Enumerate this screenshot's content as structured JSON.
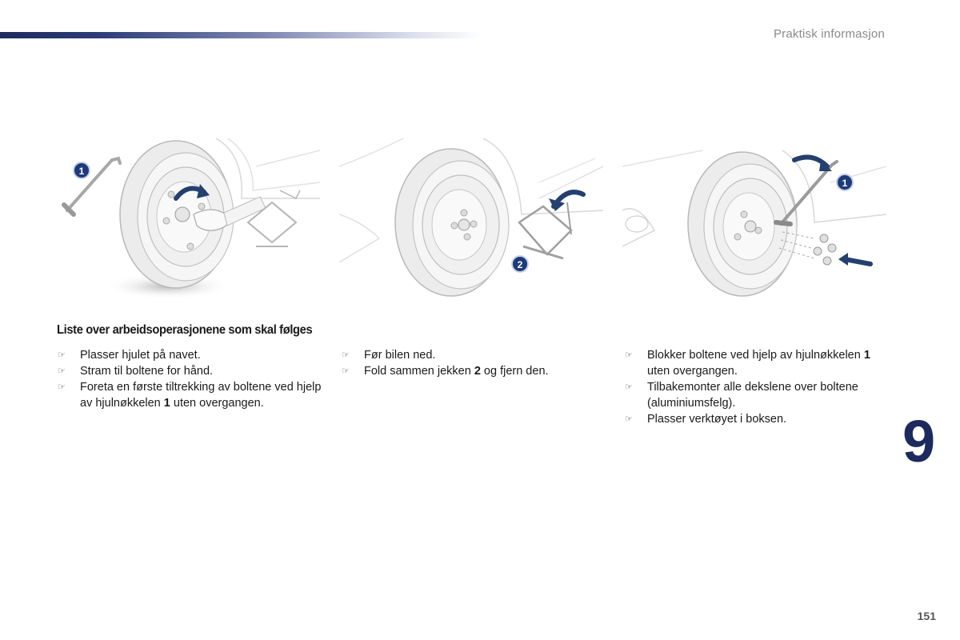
{
  "header": {
    "section": "Praktisk informasjon"
  },
  "heading": "Liste over arbeidsoperasjonene som skal følges",
  "illustrations": [
    {
      "callout": "1"
    },
    {
      "callout": "2"
    },
    {
      "callout": "1"
    }
  ],
  "columns": [
    {
      "items": [
        {
          "pre": "Plasser hjulet på navet.",
          "bold": "",
          "post": ""
        },
        {
          "pre": "Stram til boltene for hånd.",
          "bold": "",
          "post": ""
        },
        {
          "pre": "Foreta en første tiltrekking av boltene ved hjelp av hjulnøkkelen ",
          "bold": "1",
          "post": " uten overgangen."
        }
      ]
    },
    {
      "items": [
        {
          "pre": "Før bilen ned.",
          "bold": "",
          "post": ""
        },
        {
          "pre": "Fold sammen jekken ",
          "bold": "2",
          "post": " og fjern den."
        }
      ]
    },
    {
      "items": [
        {
          "pre": "Blokker boltene ved hjelp av hjulnøkkelen ",
          "bold": "1",
          "post": " uten overgangen."
        },
        {
          "pre": "Tilbakemonter alle dekslene over boltene (aluminiumsfelg).",
          "bold": "",
          "post": ""
        },
        {
          "pre": "Plasser verktøyet i boksen.",
          "bold": "",
          "post": ""
        }
      ]
    }
  ],
  "bullet_icon": "pointing-hand-icon",
  "chapter_number": "9",
  "page_number": "151",
  "colors": {
    "accent": "#1d2a5e",
    "callout": "#1d3a7a",
    "arrow": "#24406e"
  }
}
